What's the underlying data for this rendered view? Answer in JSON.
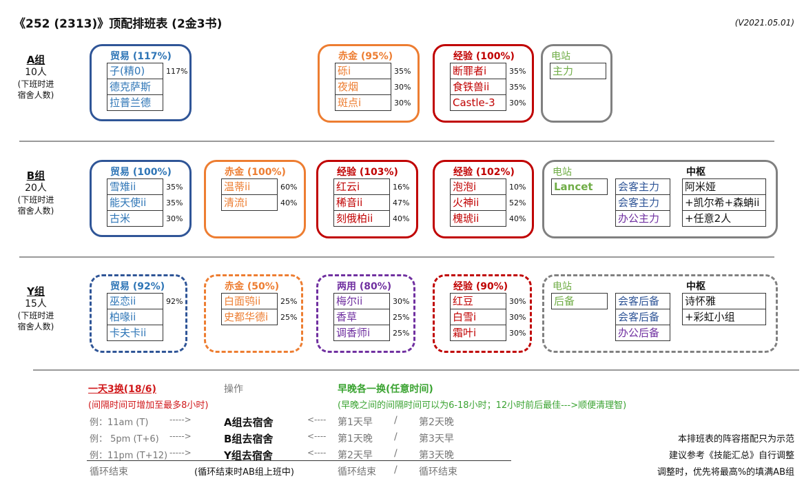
{
  "header": {
    "title": "《252 (2313)》顶配排班表 (2金3书)",
    "version": "(V2021.05.01)"
  },
  "groups": {
    "A": {
      "name": "A组",
      "count": "10人",
      "note1": "(下班时进",
      "note2": "宿舍人数)"
    },
    "B": {
      "name": "B组",
      "count": "20人",
      "note1": "(下班时进",
      "note2": "宿舍人数)"
    },
    "Y": {
      "name": "Y组",
      "count": "15人",
      "note1": "(下班时进",
      "note2": "宿舍人数)"
    }
  },
  "colors": {
    "trade": "#2f5597",
    "trade_text": "#2e75b6",
    "gold": "#ed7d31",
    "exp": "#c00000",
    "power": "#808080",
    "power_text": "#70ad47",
    "dual": "#7030a0",
    "office": "#7030a0"
  },
  "A": {
    "trade": {
      "title": "贸易 (117%)",
      "cells": [
        {
          "name": "子(精0)",
          "pct": "117%"
        },
        {
          "name": "德克萨斯",
          "pct": ""
        },
        {
          "name": "拉普兰德",
          "pct": ""
        }
      ]
    },
    "gold": {
      "title": "赤金 (95%)",
      "cells": [
        {
          "name": "砾i",
          "pct": "35%"
        },
        {
          "name": "夜烟",
          "pct": "30%"
        },
        {
          "name": "斑点i",
          "pct": "30%"
        }
      ]
    },
    "exp": {
      "title": "经验 (100%)",
      "cells": [
        {
          "name": "断罪者i",
          "pct": "35%"
        },
        {
          "name": "食铁兽ii",
          "pct": "35%"
        },
        {
          "name": "Castle-3",
          "pct": "30%"
        }
      ]
    },
    "power": {
      "title": "电站",
      "cells": [
        {
          "name": "主力"
        }
      ]
    }
  },
  "B": {
    "trade": {
      "title": "贸易 (100%)",
      "cells": [
        {
          "name": "雪雉ii",
          "pct": "35%"
        },
        {
          "name": "能天使ii",
          "pct": "35%"
        },
        {
          "name": "古米",
          "pct": "30%"
        }
      ]
    },
    "gold": {
      "title": "赤金 (100%)",
      "cells": [
        {
          "name": "温蒂ii",
          "pct": "60%"
        },
        {
          "name": "清流i",
          "pct": "40%"
        }
      ]
    },
    "exp1": {
      "title": "经验 (103%)",
      "cells": [
        {
          "name": "红云i",
          "pct": "16%"
        },
        {
          "name": "稀音ii",
          "pct": "47%"
        },
        {
          "name": "刻俄柏ii",
          "pct": "40%"
        }
      ]
    },
    "exp2": {
      "title": "经验 (102%)",
      "cells": [
        {
          "name": "泡泡i",
          "pct": "10%"
        },
        {
          "name": "火神ii",
          "pct": "52%"
        },
        {
          "name": "槐琥ii",
          "pct": "40%"
        }
      ]
    },
    "power": {
      "title": "电站",
      "cells": [
        {
          "name": "Lancet"
        }
      ],
      "mid": [
        {
          "name": "会客主力"
        },
        {
          "name": "会客主力"
        },
        {
          "name": "办公主力"
        }
      ]
    },
    "center": {
      "title": "中枢",
      "cells": [
        {
          "name": "阿米娅"
        },
        {
          "name": "+凯尔希+森蚺ii"
        },
        {
          "name": "+任意2人"
        }
      ]
    }
  },
  "Y": {
    "trade": {
      "title": "贸易 (92%)",
      "cells": [
        {
          "name": "巫恋ii",
          "pct": "92%"
        },
        {
          "name": "柏喙ii",
          "pct": ""
        },
        {
          "name": "卡夫卡ii",
          "pct": ""
        }
      ]
    },
    "gold": {
      "title": "赤金 (50%)",
      "cells": [
        {
          "name": "白面鸮ii",
          "pct": "25%"
        },
        {
          "name": "史都华德i",
          "pct": "25%"
        }
      ]
    },
    "dual": {
      "title": "两用 (80%)",
      "cells": [
        {
          "name": "梅尔ii",
          "pct": "30%"
        },
        {
          "name": "香草",
          "pct": "25%"
        },
        {
          "name": "调香师i",
          "pct": "25%"
        }
      ]
    },
    "exp": {
      "title": "经验 (90%)",
      "cells": [
        {
          "name": "红豆",
          "pct": "30%"
        },
        {
          "name": "白雪i",
          "pct": "30%"
        },
        {
          "name": "霜叶i",
          "pct": "30%"
        }
      ]
    },
    "power": {
      "title": "电站",
      "cells": [
        {
          "name": "后备"
        }
      ],
      "mid": [
        {
          "name": "会客后备"
        },
        {
          "name": "会客后备"
        },
        {
          "name": "办公后备"
        }
      ]
    },
    "center": {
      "title": "中枢",
      "cells": [
        {
          "name": "诗怀雅"
        },
        {
          "name": "+彩虹小组"
        }
      ]
    }
  },
  "schedule": {
    "left_title": "一天3换(18/6)",
    "left_note": "(间隔时间可增加至最多8小时)",
    "op_label": "操作",
    "right_title": "早晚各一换(任意时间)",
    "right_note": "(早晚之间的间隔时间可以为6-18小时；12小时前后最佳--->顺便清理智)",
    "rows": [
      {
        "ex": "例：11am  (T)",
        "arrow": "----->",
        "action": "A组去宿舍",
        "back": "<----",
        "d1": "第1天早",
        "slash": "/",
        "d2": "第2天晚"
      },
      {
        "ex": "例：  5pm  (T+6)",
        "arrow": "----->",
        "action": "B组去宿舍",
        "back": "<----",
        "d1": "第1天晚",
        "slash": "/",
        "d2": "第3天早"
      },
      {
        "ex": "例：11pm  (T+12)",
        "arrow": "----->",
        "action": "Y组去宿舍",
        "back": "<----",
        "d1": "第2天早",
        "slash": "/",
        "d2": "第3天晚"
      }
    ],
    "end": {
      "c1": "循环结束",
      "c2": "(循环结束时AB组上班中)",
      "c3": "循环结束",
      "slash": "/",
      "c4": "循环结束"
    }
  },
  "notes": [
    "本排班表的阵容搭配只为示范",
    "建议参考《技能汇总》自行调整",
    "调整时，优先将最高%的填满AB组"
  ]
}
